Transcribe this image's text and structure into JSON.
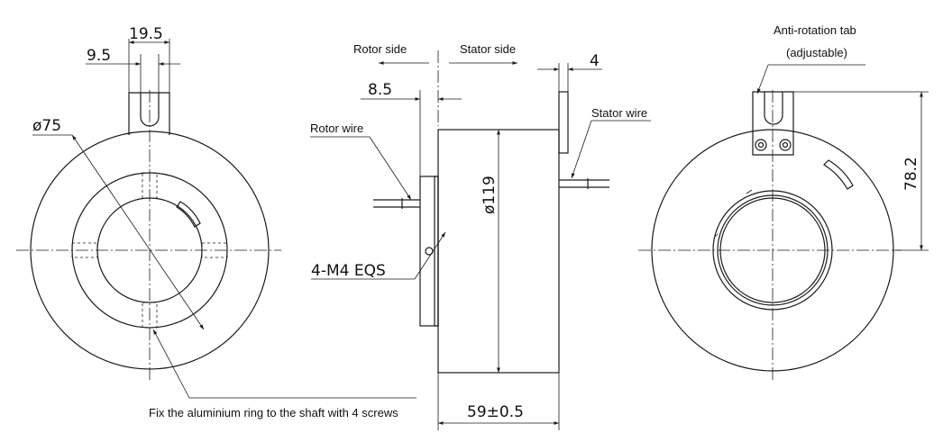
{
  "dimensions": {
    "tab_width": "19.5",
    "tab_slot": "9.5",
    "diameter_bore": "ø75",
    "flange_thickness": "8.5",
    "tab_thickness": "4",
    "diameter_body": "ø119",
    "body_length": "59±0.5",
    "tab_height": "78.2",
    "screws": "4-M4 EQS"
  },
  "labels": {
    "rotor_side": "Rotor side",
    "stator_side": "Stator side",
    "rotor_wire": "Rotor wire",
    "stator_wire": "Stator wire",
    "anti_rotation_tab": "Anti-rotation tab",
    "adjustable": "(adjustable)",
    "fix_note": "Fix the aluminium ring to the shaft with 4 screws"
  }
}
